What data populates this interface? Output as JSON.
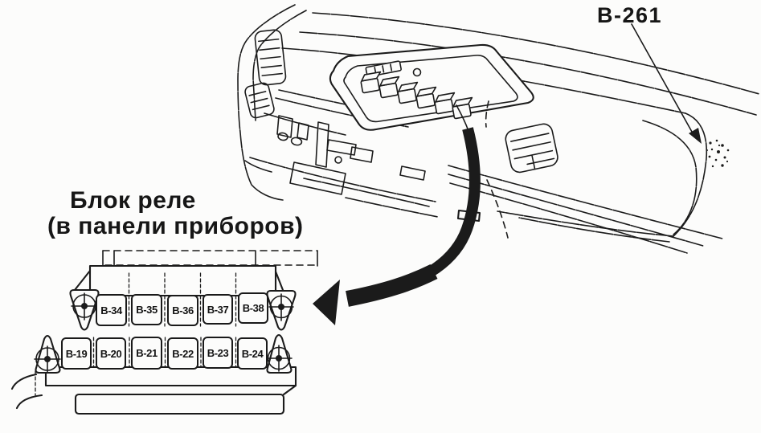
{
  "figure": {
    "paper_color": "#fcfcfb",
    "ink_color": "#1b1b1b"
  },
  "callout": {
    "label": "B-261"
  },
  "caption": {
    "line1": "Блок реле",
    "line2": "(в панели приборов)"
  },
  "relay_block": {
    "top_row": [
      "B-34",
      "B-35",
      "B-36",
      "B-37",
      "B-38"
    ],
    "bottom_row": [
      "B-19",
      "B-20",
      "B-21",
      "B-22",
      "B-23",
      "B-24"
    ]
  },
  "icons": {
    "mounting_bolt": "crosshair-bolt-icon",
    "pointer": "curved-arrow-icon",
    "leader": "leader-arrow-icon",
    "vents": "louver-vent-icon"
  }
}
